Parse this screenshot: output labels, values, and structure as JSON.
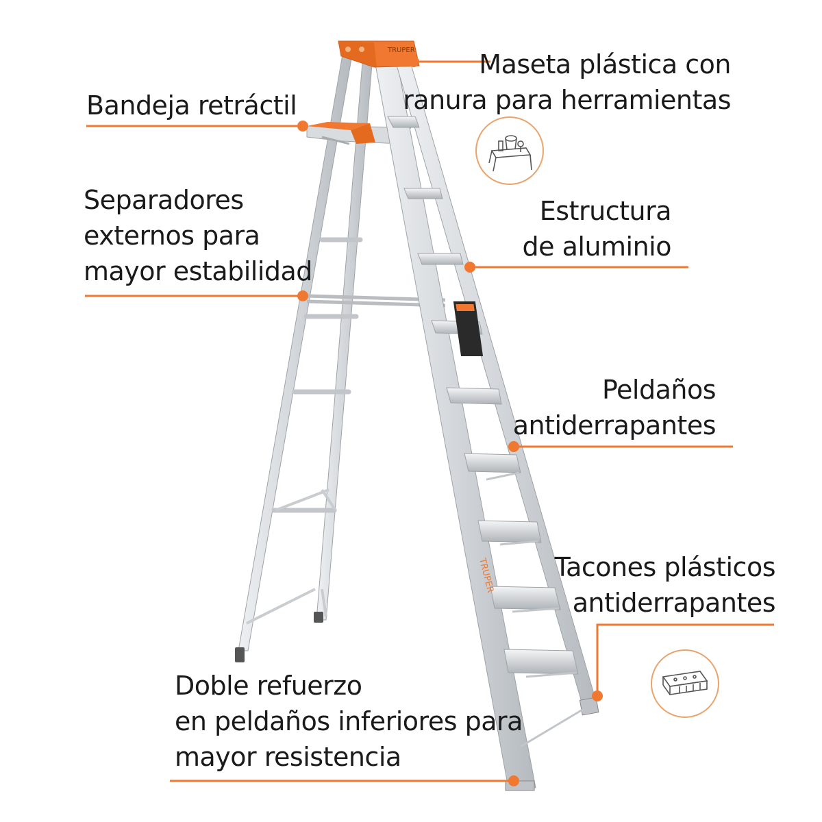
{
  "theme": {
    "accent": "#f07830",
    "text": "#1a1a1a",
    "aluminum": "#d7dadd",
    "aluminum_dark": "#9ea3a8"
  },
  "ladder": {
    "brand": "TRUPER"
  },
  "callouts": {
    "maseta": {
      "line1": "Maseta plástica con",
      "line2": "ranura para herramientas",
      "icon": "tool-tray-icon"
    },
    "bandeja": {
      "line1": "Bandeja retráctil"
    },
    "estructura": {
      "line1": "Estructura",
      "line2": "de aluminio"
    },
    "separadores": {
      "line1": "Separadores",
      "line2": "externos para",
      "line3": "mayor estabilidad"
    },
    "peldanos": {
      "line1": "Peldaños",
      "line2": "antiderrapantes"
    },
    "tacones": {
      "line1": "Tacones plásticos",
      "line2": "antiderrapantes",
      "icon": "plastic-foot-icon"
    },
    "doble": {
      "line1": "Doble refuerzo",
      "line2": "en peldaños inferiores para",
      "line3": "mayor resistencia"
    }
  }
}
